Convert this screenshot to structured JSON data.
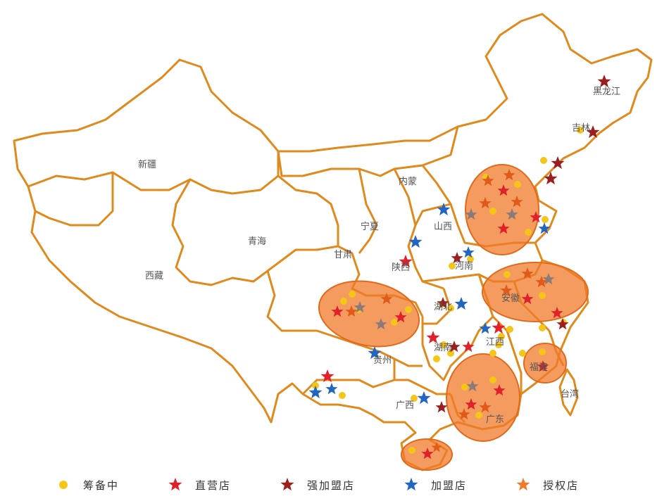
{
  "map": {
    "regions": [
      {
        "id": "xinjiang",
        "label": "新疆"
      },
      {
        "id": "tibet",
        "label": "西藏"
      },
      {
        "id": "qinghai",
        "label": "青海"
      },
      {
        "id": "gansu",
        "label": "甘肃"
      },
      {
        "id": "ningxia",
        "label": "宁夏"
      },
      {
        "id": "inner-mongolia",
        "label": "内蒙"
      },
      {
        "id": "heilongjiang",
        "label": "黑龙江"
      },
      {
        "id": "jilin",
        "label": "吉林"
      },
      {
        "id": "shanxi",
        "label": "山西"
      },
      {
        "id": "henan",
        "label": "河南"
      },
      {
        "id": "shaanxi",
        "label": "陕西"
      },
      {
        "id": "guizhou",
        "label": "贵州"
      },
      {
        "id": "guangxi",
        "label": "广西"
      },
      {
        "id": "guangdong",
        "label": "广东"
      },
      {
        "id": "taiwan",
        "label": "台湾"
      },
      {
        "id": "hubei",
        "label": "湖北"
      },
      {
        "id": "hunan",
        "label": "湖南"
      },
      {
        "id": "jiangxi",
        "label": "江西"
      },
      {
        "id": "anhui",
        "label": "安徽"
      },
      {
        "id": "fujian",
        "label": "福建"
      }
    ],
    "colors": {
      "border": "#e08a1e",
      "highlight": "#f07a2a",
      "preparing": "#f5c518",
      "direct": "#e0202a",
      "strong_franchise": "#9a1f1f",
      "franchise": "#2266c0",
      "authorized": "#f07a2a"
    }
  },
  "legend": [
    {
      "key": "preparing",
      "label": "筹备中",
      "symbol": "yellow-dot"
    },
    {
      "key": "direct",
      "label": "直营店",
      "symbol": "red-star"
    },
    {
      "key": "strong_franchise",
      "label": "强加盟店",
      "symbol": "darkred-star"
    },
    {
      "key": "franchise",
      "label": "加盟店",
      "symbol": "blue-star"
    },
    {
      "key": "authorized",
      "label": "授权店",
      "symbol": "orange-star"
    }
  ]
}
